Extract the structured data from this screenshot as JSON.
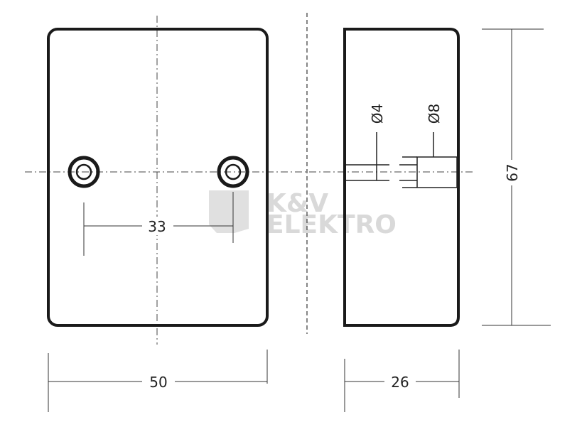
{
  "dimensions": {
    "height": "67",
    "width_front": "50",
    "width_side": "26",
    "hole_spacing": "33",
    "small_hole_diameter": "Ø4",
    "large_hole_diameter": "Ø8"
  },
  "watermark": {
    "line1": "K&V",
    "line2": "ELEKTRO"
  },
  "colors": {
    "outline": "#1a1a1a",
    "watermark": "#d9d9d9"
  }
}
